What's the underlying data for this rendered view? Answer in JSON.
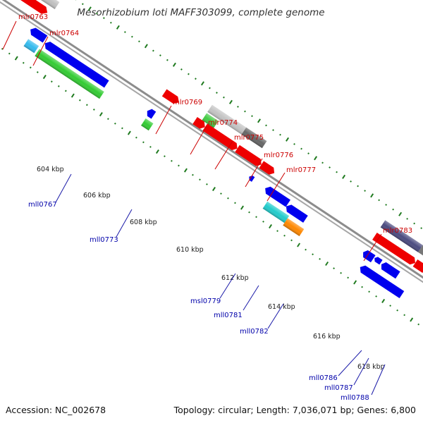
{
  "title": "Mesorhizobium loti MAFF303099, complete genome",
  "footer": {
    "accession": "Accession: NC_002678",
    "summary": "Topology: circular; Length: 7,036,071 bp; Genes: 6,800"
  },
  "colors": {
    "forward_label": "#cc0000",
    "reverse_label": "#0000aa",
    "backbone": "#8c8c8c",
    "tick": "#1f7a1f"
  },
  "kbp_labels": [
    "604 kbp",
    "606 kbp",
    "608 kbp",
    "610 kbp",
    "612 kbp",
    "614 kbp",
    "616 kbp",
    "618 kbp"
  ],
  "forward_genes": [
    "mlr0763",
    "mlr0764",
    "mlr0769",
    "mlr0774",
    "mlr0775",
    "mlr0776",
    "mlr0777",
    "mlr0783"
  ],
  "reverse_genes": [
    "mll0767",
    "mll0773",
    "msl0779",
    "mll0781",
    "mll0782",
    "mll0786",
    "mll0787",
    "mll0788"
  ]
}
